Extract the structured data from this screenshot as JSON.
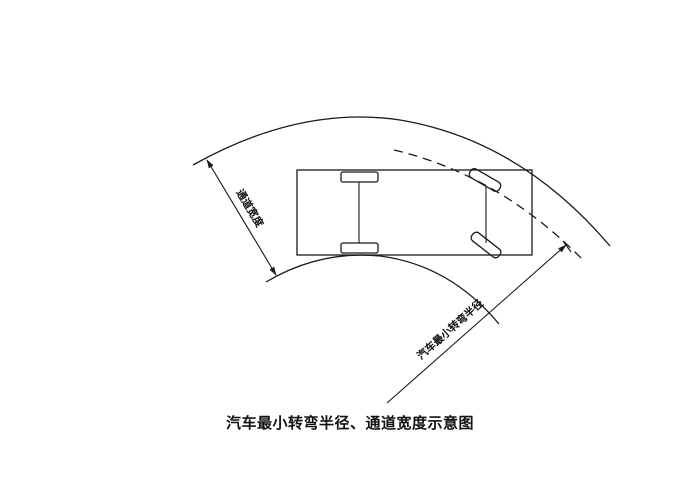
{
  "diagram": {
    "caption": "汽车最小转弯半径、通道宽度示意图",
    "labels": {
      "channel_width": "通道宽度",
      "min_turning_radius": "汽车最小转弯半径"
    },
    "elements": [
      "outer-road-edge-arc",
      "inner-road-edge-arc",
      "turning-path-dashed-arc",
      "car-body",
      "rear-axle-with-wheels",
      "front-axle-with-steered-wheels",
      "channel-width-dimension-arrow",
      "turning-radius-dimension-line"
    ],
    "colors": {
      "line": "#1a1a1a",
      "background": "#ffffff"
    }
  }
}
